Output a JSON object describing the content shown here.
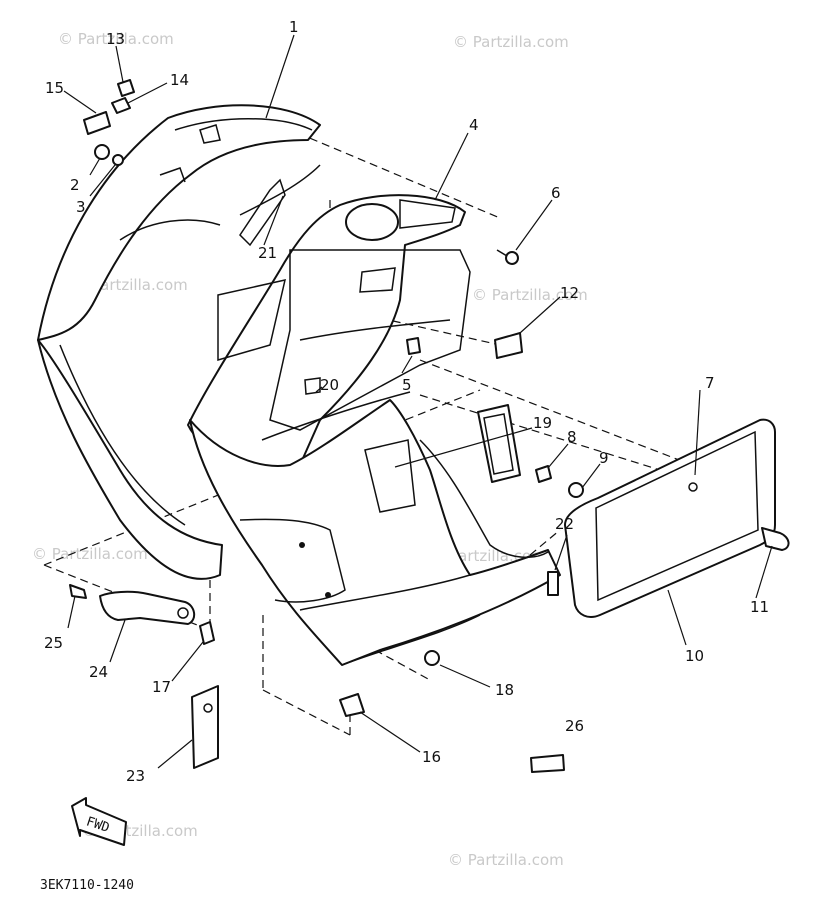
{
  "watermark": "© Partzilla.com",
  "diagram_code": "3EK7110-1240",
  "fwd_label": "FWD",
  "callouts": {
    "c1": "1",
    "c2": "2",
    "c3": "3",
    "c4": "4",
    "c5": "5",
    "c6": "6",
    "c7": "7",
    "c8": "8",
    "c9": "9",
    "c10": "10",
    "c11": "11",
    "c12": "12",
    "c13": "13",
    "c14": "14",
    "c15": "15",
    "c16": "16",
    "c17": "17",
    "c18": "18",
    "c19": "19",
    "c20": "20",
    "c21": "21",
    "c22": "22",
    "c23": "23",
    "c24": "24",
    "c25": "25",
    "c26": "26"
  }
}
